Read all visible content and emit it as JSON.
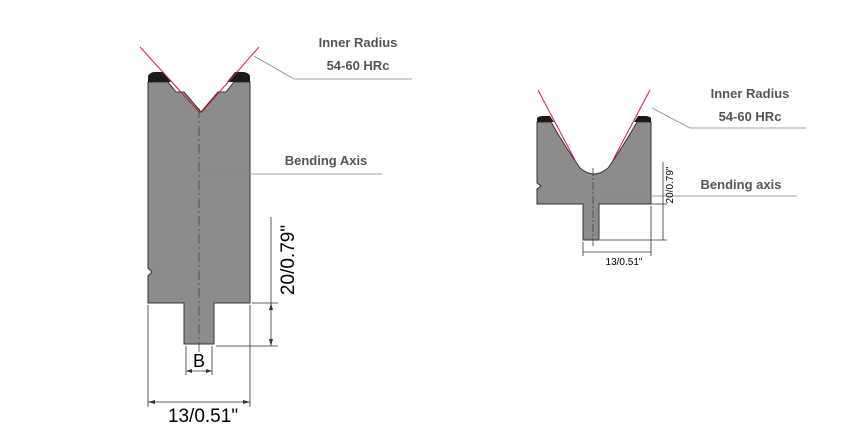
{
  "left_die": {
    "inner_radius_label": "Inner Radius",
    "hardness_label": "54-60 HRc",
    "bending_axis_label": "Bending Axis",
    "height_dimension": "20/0.79\"",
    "width_dimension": "13/0.51\"",
    "tang_width_label": "B"
  },
  "right_die": {
    "inner_radius_label": "Inner Radius",
    "hardness_label": "54-60 HRc",
    "bending_axis_label": "Bending axis",
    "height_dimension": "20/0.79\"",
    "width_dimension": "13/0.51\""
  },
  "colors": {
    "die_body": "#8c8c8c",
    "hardened_edge": "#1a1a1a",
    "punch_angle": "#d0203a",
    "leader_line": "#888888"
  }
}
